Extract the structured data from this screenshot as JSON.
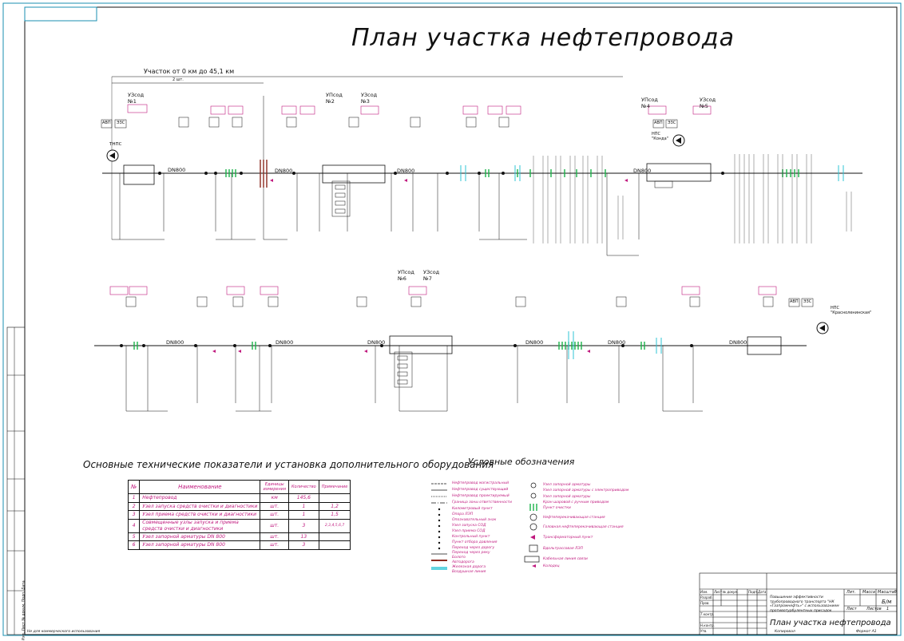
{
  "title": "План участка нефтепровода",
  "section_label": "Участок от 0 км до 45,1 км",
  "section_sub": "2 шт.",
  "pipe_label": "DN800",
  "top_stations": [
    {
      "name": "УЗсод",
      "num": "№1"
    },
    {
      "name": "УПсод",
      "num": "№2"
    },
    {
      "name": "УЗсод",
      "num": "№3"
    },
    {
      "name": "УПсод",
      "num": "№4"
    },
    {
      "name": "УЗсод",
      "num": "№5"
    }
  ],
  "bottom_stations": [
    {
      "name": "УПсод",
      "num": "№6"
    },
    {
      "name": "УЗсод",
      "num": "№7"
    }
  ],
  "nps_top": {
    "name": "НПС",
    "sub": "\"Конда\""
  },
  "nps_bottom": {
    "name": "НПС",
    "sub": "\"Красноленинская\""
  },
  "tnps": {
    "name": "ТНПС"
  },
  "avp": "АВП",
  "ezs": "ЭЗС",
  "params_title": "Основные технические показатели и установка дополнительного оборудования",
  "legend_title": "Условные обозначения",
  "params_table": {
    "headers": [
      "№",
      "Наименование",
      "Единицы измерения",
      "Количество",
      "Примечание"
    ],
    "rows": [
      [
        "1",
        "Нефтепровод",
        "км",
        "145,6",
        ""
      ],
      [
        "2",
        "Узел запуска средств очистки и диагностики",
        "шт.",
        "1",
        "1,2"
      ],
      [
        "3",
        "Узел приема средств очистки и диагностики",
        "шт.",
        "1",
        "1,5"
      ],
      [
        "4",
        "Совмещенные узлы запуска и приема средств очистки и диагностики",
        "шт.",
        "3",
        "2,3,4,5,6,7"
      ],
      [
        "5",
        "Узел запорной арматуры DN 800",
        "шт.",
        "13",
        ""
      ],
      [
        "6",
        "Узел запорной арматуры DN 800",
        "шт.",
        "3",
        ""
      ]
    ]
  },
  "legend": {
    "left": [
      "Нефтепровод магистральный",
      "Нефтепровод существующий",
      "Нефтепровод проектируемый",
      "Граница зоны ответственности",
      "Километровый пункт",
      "Опора ЛЭП",
      "Опознавательный знак",
      "Узел запуска СОД",
      "Узел приема СОД",
      "Контрольный пункт",
      "Пункт отбора давления",
      "Переход через дорогу",
      "Переход через реку",
      "Болото",
      "Автодорога",
      "Железная дорога",
      "Воздушная линия"
    ],
    "right": [
      "Узел запорной арматуры",
      "Узел запорной арматуры с электроприводом",
      "Узел запорной арматуры",
      "Кран шаровой с ручным приводом",
      "Пункт очистки",
      "Нефтеперекачивающая станция",
      "Головная нефтеперекачивающая станция",
      "Трансформаторный пункт",
      "Вдольтрассовая ЛЭП",
      "Кабельная линия связи",
      "Колодец"
    ]
  },
  "stamp": {
    "desc": "Повышение эффективности трубопроводного транспорта \"НК «Газпромнефть»\" с использованием противотурбулентных присадок",
    "title": "План участка нефтепровода",
    "sheet_label": "Лист",
    "sheets_label": "Листов",
    "mass_label": "Масса",
    "scale_label": "Масштаб",
    "scale_value": "Б/м",
    "sheets_value": "1",
    "litera": "Лит.",
    "rows": [
      "Изм.",
      "Лист",
      "№ докум.",
      "Подп.",
      "Дата"
    ],
    "roles": [
      "Разраб.",
      "Пров.",
      "Т.контр.",
      "Н.контр.",
      "Утв."
    ],
    "copied": "Копировал",
    "format": "Формат А1"
  },
  "side_text": "Изм. Лист № докум. Подп. Дата",
  "bottom_left": "Не для коммерческого использования"
}
